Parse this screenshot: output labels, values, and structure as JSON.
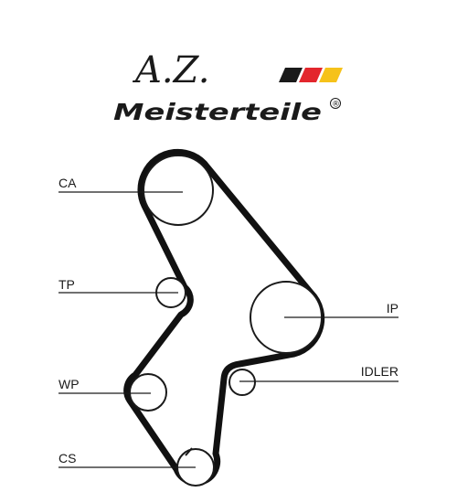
{
  "logo": {
    "monogram": "A.Z.",
    "brand": "Meisterteile",
    "registered_mark": "®",
    "flag_colors": [
      "#1a1a1a",
      "#e3262d",
      "#f6c21a"
    ]
  },
  "labels": {
    "ca": "CA",
    "tp": "TP",
    "wp": "WP",
    "cs": "CS",
    "ip": "IP",
    "idler": "IDLER"
  },
  "colors": {
    "belt": "#111111",
    "line": "#1a1a1a"
  }
}
